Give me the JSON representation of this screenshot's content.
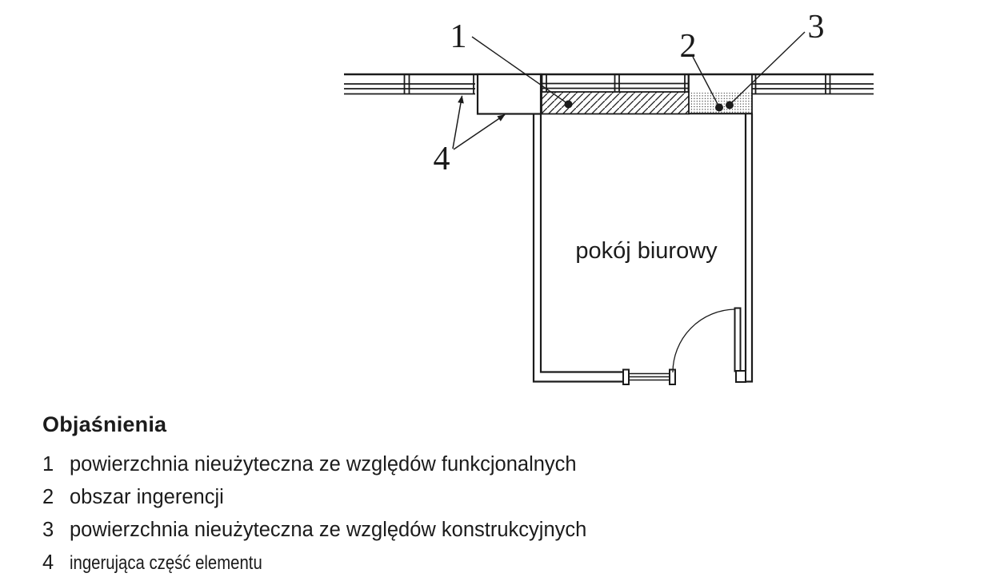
{
  "diagram": {
    "room_label": "pokój biurowy",
    "callouts": {
      "c1": "1",
      "c2": "2",
      "c3": "3",
      "c4": "4"
    }
  },
  "legend": {
    "title": "Objaśnienia",
    "items": [
      {
        "number": "1",
        "text": "powierzchnia nieużyteczna ze względów funkcjonalnych"
      },
      {
        "number": "2",
        "text": "obszar ingerencji"
      },
      {
        "number": "3",
        "text": "powierzchnia nieużyteczna ze względów konstrukcyjnych"
      },
      {
        "number": "4",
        "text": "ingerująca część elementu"
      }
    ]
  },
  "colors": {
    "ink": "#1b1b1b",
    "background": "#ffffff"
  }
}
